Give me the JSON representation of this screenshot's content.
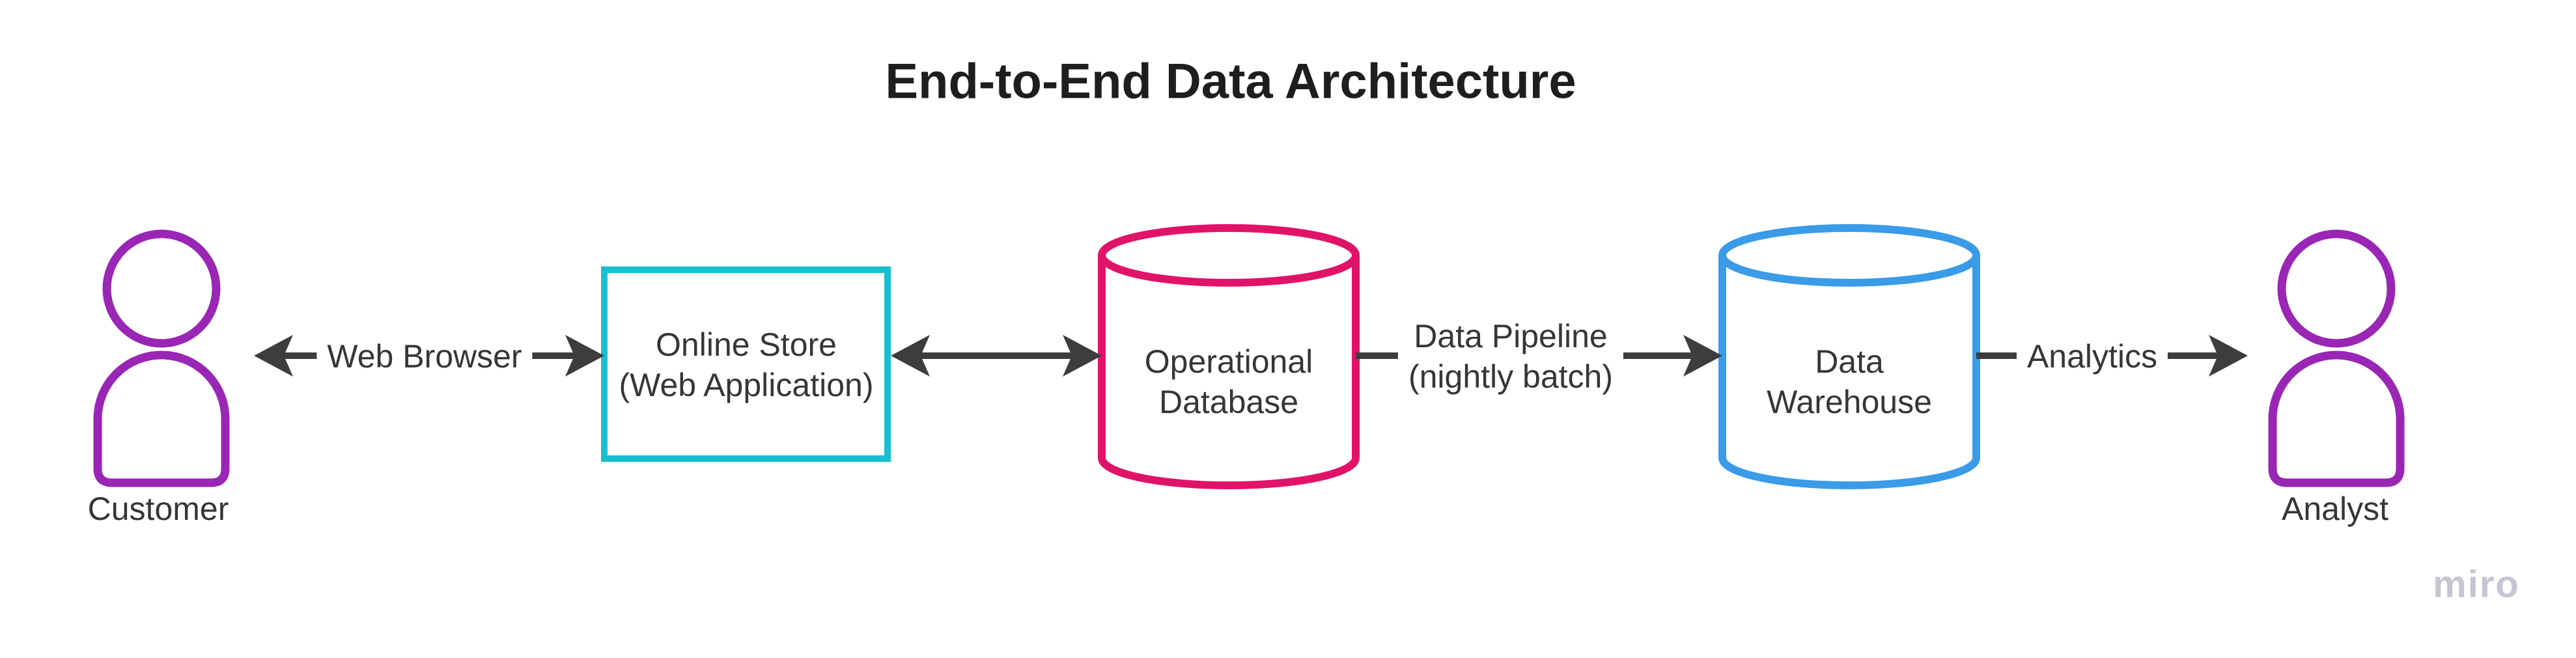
{
  "title": "End-to-End Data Architecture",
  "watermark": "miro",
  "nodes": {
    "customer": {
      "label": "Customer",
      "shape": "person-icon"
    },
    "online_store": {
      "line1": "Online Store",
      "line2": "(Web Application)",
      "shape": "rectangle"
    },
    "operational_database": {
      "line1": "Operational",
      "line2": "Database",
      "shape": "cylinder"
    },
    "data_warehouse": {
      "line1": "Data",
      "line2": "Warehouse",
      "shape": "cylinder"
    },
    "analyst": {
      "label": "Analyst",
      "shape": "person-icon"
    }
  },
  "edges": {
    "web_browser": {
      "label": "Web Browser",
      "direction": "bidirectional"
    },
    "store_to_database": {
      "label": "",
      "direction": "bidirectional"
    },
    "data_pipeline": {
      "line1": "Data Pipeline",
      "line2": "(nightly batch)",
      "direction": "left-to-right"
    },
    "analytics": {
      "label": "Analytics",
      "direction": "left-to-right"
    }
  },
  "colors": {
    "person_stroke": "#9a26b5",
    "online_store_border": "#17c0ce",
    "operational_database_stroke": "#e11368",
    "data_warehouse_stroke": "#3a9be8",
    "arrow": "#3d3d3d",
    "label_text": "#363636",
    "title_text": "#1e1e1e",
    "watermark_text": "#c6c5d2",
    "background": "#ffffff"
  }
}
